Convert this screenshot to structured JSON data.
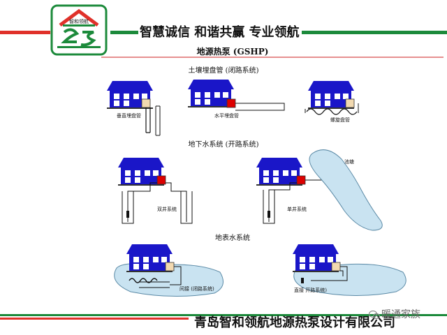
{
  "header": {
    "slogan": "智慧诚信 和谐共赢 专业领航",
    "logo_text": "智和领航"
  },
  "figure": {
    "title": "地源热泵 (GSHP)",
    "section_soil": "土壤埋盘管 (闭路系统)",
    "soil_vertical": "垂直埋盘管",
    "soil_horizontal": "水平埋盘管",
    "soil_spiral": "螺旋盘管",
    "section_groundwater": "地下水系统 (开路系统)",
    "gw_double_well": "双井系统",
    "gw_single_well": "单井系统",
    "gw_pond": "池塘",
    "section_surface": "地表水系统",
    "sw_indirect": "间接 (闭路系统)",
    "sw_direct": "直接 开路系统)"
  },
  "footer": {
    "company": "青岛智和领航地源热泵设计有限公司",
    "watermark": "暖通家族"
  },
  "colors": {
    "brand_red": "#e0312a",
    "brand_green": "#1c8a3b",
    "house_blue": "#1a16c8",
    "water_blue": "#c9e3f1"
  }
}
